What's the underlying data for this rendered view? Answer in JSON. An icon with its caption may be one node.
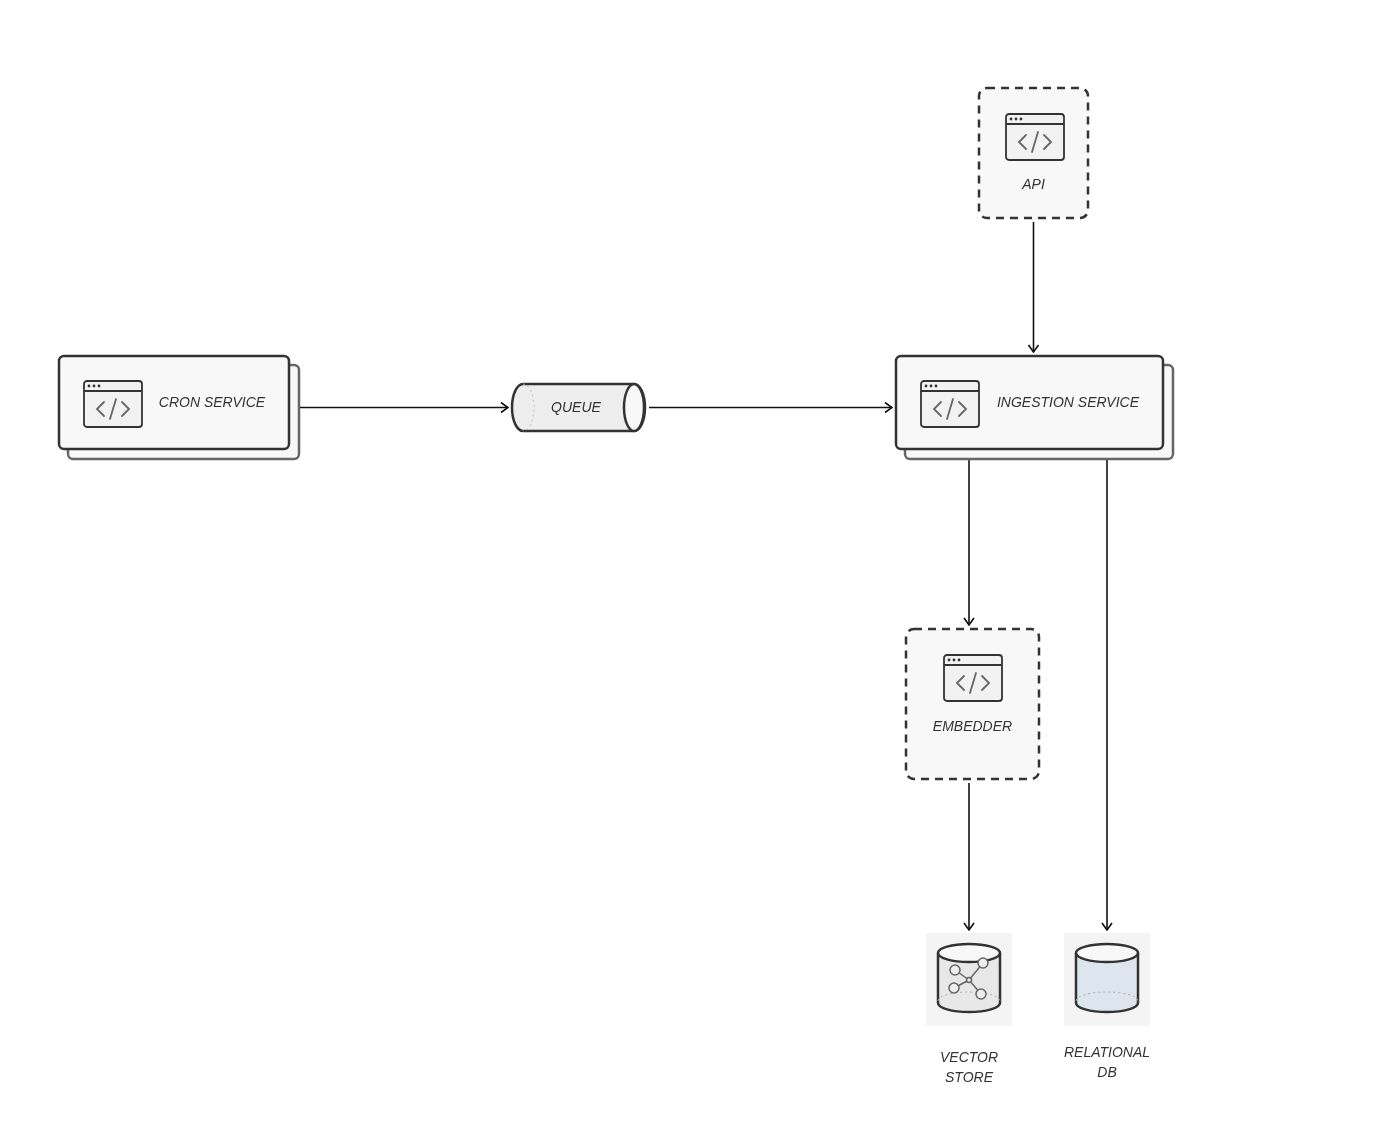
{
  "diagram": {
    "nodes": [
      {
        "text": [
          "API"
        ]
      },
      {
        "text": [
          "CRON SERVICE"
        ]
      },
      {
        "text": [
          "QUEUE"
        ]
      },
      {
        "text": [
          "INGESTION SERVICE"
        ]
      },
      {
        "text": [
          "EMBEDDER"
        ]
      },
      {
        "text": [
          "VECTOR STORE"
        ]
      },
      {
        "text": [
          "RELATIONAL DB"
        ]
      }
    ],
    "edges": [
      {
        "from": 0,
        "to": 3,
        "arrow": "to"
      },
      {
        "from": 1,
        "to": 2,
        "arrow": "to"
      },
      {
        "from": 2,
        "to": 3,
        "arrow": "to"
      },
      {
        "from": 3,
        "to": 4,
        "arrow": "to"
      },
      {
        "from": 4,
        "to": 5,
        "arrow": "to"
      },
      {
        "from": 3,
        "to": 6,
        "arrow": "to"
      }
    ]
  }
}
